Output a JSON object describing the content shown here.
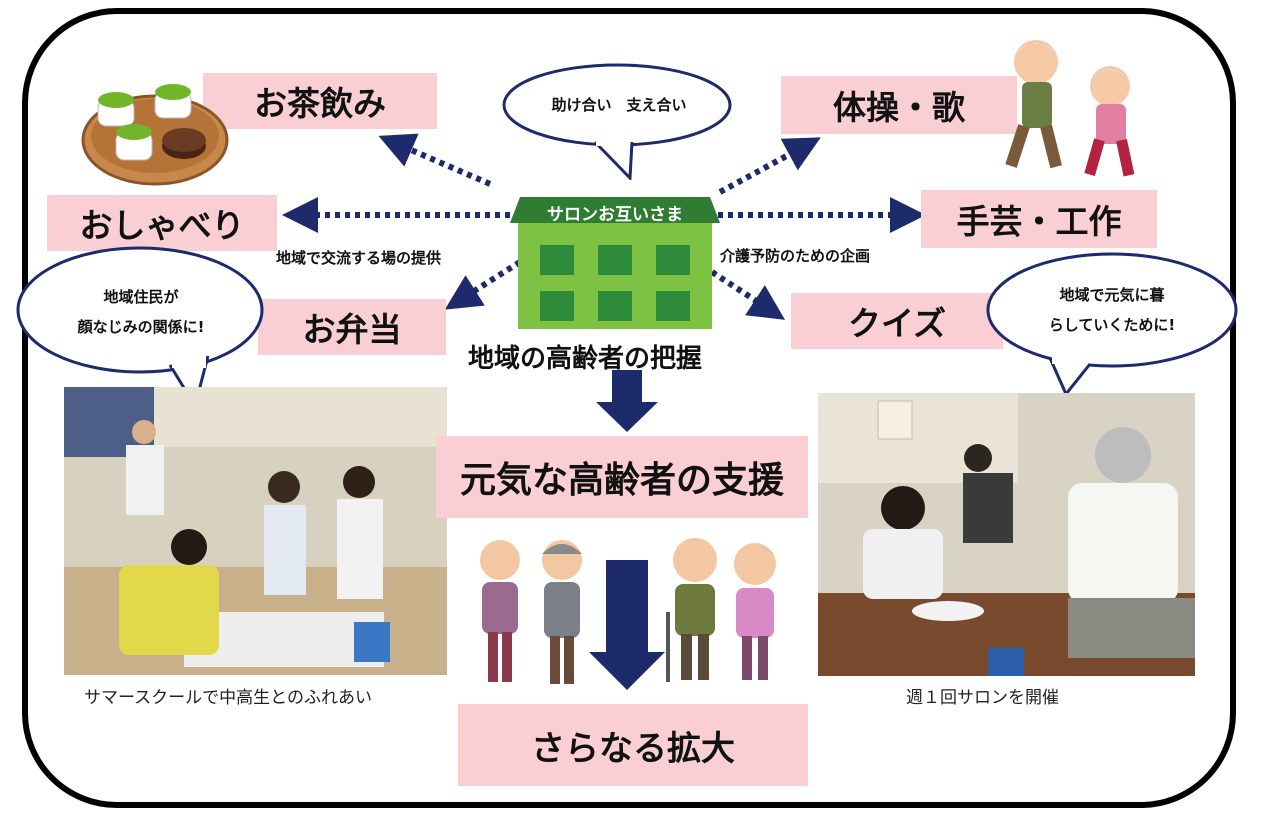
{
  "center": {
    "sign": "サロンお互いさま",
    "bubble": "助け合い　支え合い",
    "left_note": "地域で交流する場の提供",
    "right_note": "介護予防のための企画",
    "bottom_label": "地域の高齢者の把握"
  },
  "activities": {
    "tea": "お茶飲み",
    "chat": "おしゃべり",
    "bento": "お弁当",
    "exercise": "体操・歌",
    "crafts": "手芸・工作",
    "quiz": "クイズ"
  },
  "left_bubble": {
    "line1": "地域住民が",
    "line2": "顔なじみの関係に!"
  },
  "right_bubble": {
    "line1": "地域で元気に暮",
    "line2": "らしていくために!"
  },
  "support": "元気な高齢者の支援",
  "expand": "さらなる拡大",
  "captions": {
    "left_photo": "サマースクールで中高生とのふれあい",
    "right_photo": "週１回サロンを開催"
  },
  "colors": {
    "pink": "#f9cfd4",
    "navy": "#1d2a6b",
    "green": "#7dc242",
    "dark_green": "#2f7d32"
  }
}
